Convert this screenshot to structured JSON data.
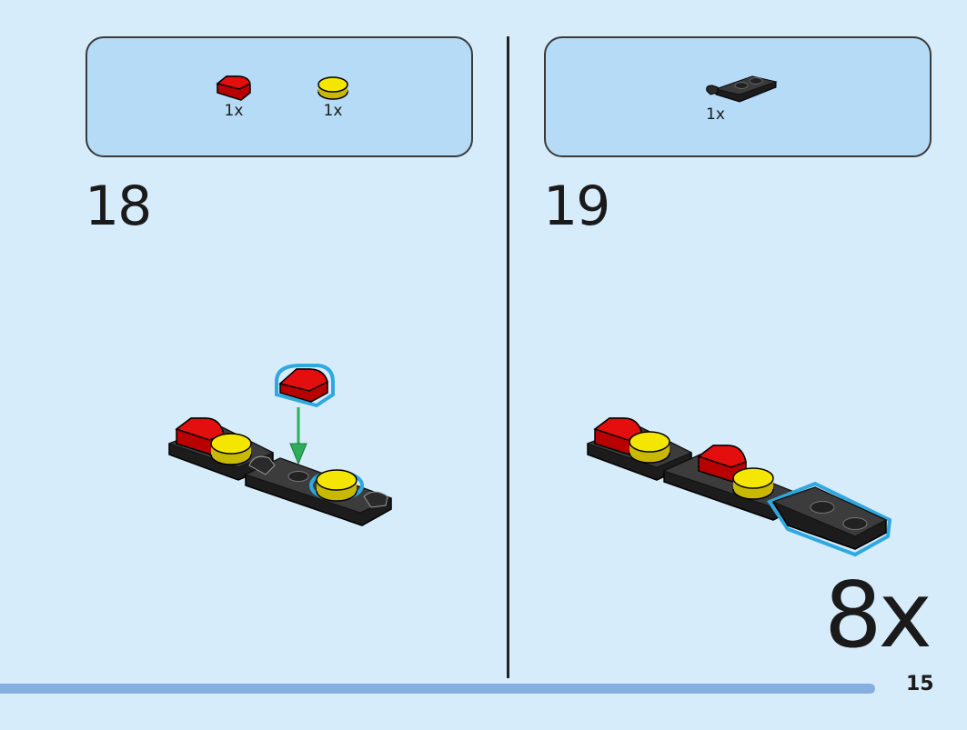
{
  "steps": [
    {
      "number": "18",
      "parts": [
        {
          "name": "red curved tile",
          "color": "#e30f0f",
          "qty": "1x"
        },
        {
          "name": "yellow round tile",
          "color": "#f5e600",
          "qty": "1x"
        }
      ]
    },
    {
      "number": "19",
      "parts": [
        {
          "name": "black plate with clip",
          "color": "#2a2a2a",
          "qty": "1x"
        }
      ],
      "multiplier": "8x"
    }
  ],
  "page_number": "15",
  "colors": {
    "background": "#d6ecfb",
    "parts_box": "#b6dbf6",
    "highlight": "#2fa8e0",
    "arrow": "#2eae5a",
    "progress": "#87aee0"
  }
}
